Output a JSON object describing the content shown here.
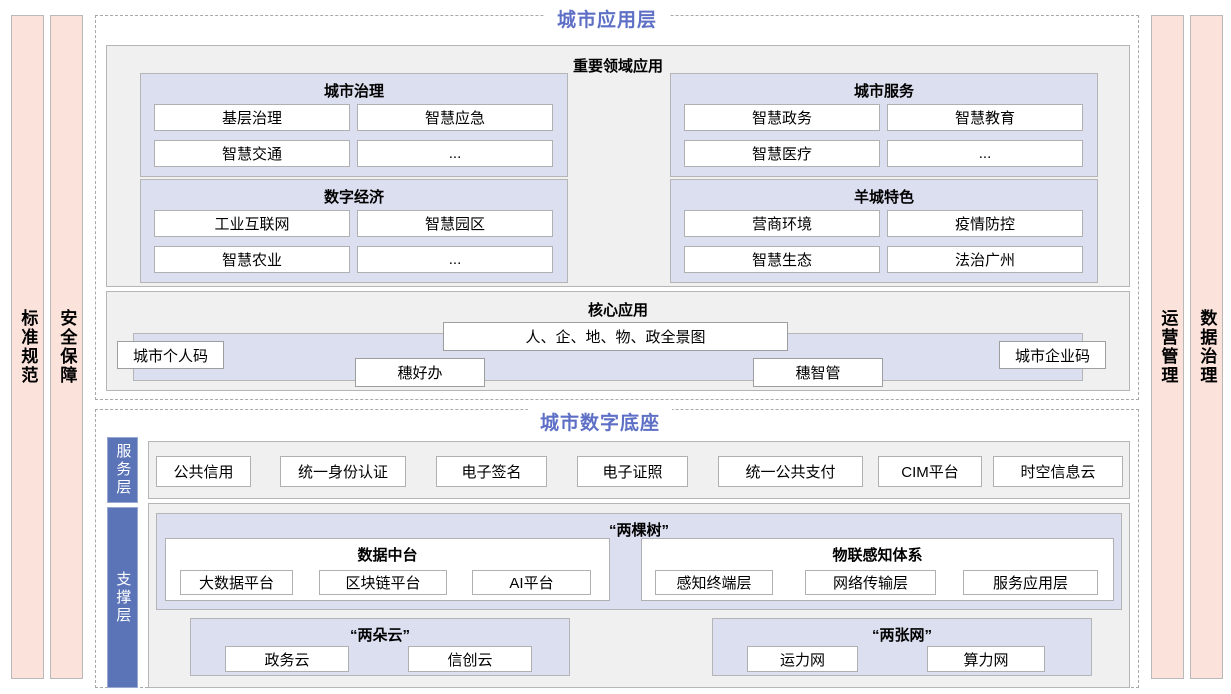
{
  "pillars": {
    "left": [
      {
        "label": "标准规范"
      },
      {
        "label": "安全保障"
      }
    ],
    "right": [
      {
        "label": "运营管理"
      },
      {
        "label": "数据治理"
      }
    ]
  },
  "layers": [
    {
      "title": "城市应用层"
    },
    {
      "title": "城市数字底座"
    }
  ],
  "application_layer": {
    "title": "城市应用层",
    "key_domains": {
      "title": "重要领域应用",
      "groups": [
        {
          "title": "城市治理",
          "items": [
            "基层治理",
            "智慧应急",
            "智慧交通",
            "..."
          ]
        },
        {
          "title": "城市服务",
          "items": [
            "智慧政务",
            "智慧教育",
            "智慧医疗",
            "..."
          ]
        },
        {
          "title": "数字经济",
          "items": [
            "工业互联网",
            "智慧园区",
            "智慧农业",
            "..."
          ]
        },
        {
          "title": "羊城特色",
          "items": [
            "营商环境",
            "疫情防控",
            "智慧生态",
            "法治广州"
          ]
        }
      ]
    },
    "core_application": {
      "title": "核心应用",
      "top_center": "人、企、地、物、政全景图",
      "left_badge": "城市个人码",
      "right_badge": "城市企业码",
      "bottom_items": [
        "穗好办",
        "穗智管"
      ]
    }
  },
  "digital_foundation": {
    "title": "城市数字底座",
    "service_layer": {
      "tab_label": "服务层",
      "items": [
        "公共信用",
        "统一身份认证",
        "电子签名",
        "电子证照",
        "统一公共支付",
        "CIM平台",
        "时空信息云"
      ]
    },
    "support_layer": {
      "tab_label": "支撑层",
      "two_trees": {
        "title": "“两棵树”",
        "boxes": [
          {
            "title": "数据中台",
            "items": [
              "大数据平台",
              "区块链平台",
              "AI平台"
            ]
          },
          {
            "title": "物联感知体系",
            "items": [
              "感知终端层",
              "网络传输层",
              "服务应用层"
            ]
          }
        ]
      },
      "two_clouds": {
        "title": "“两朵云”",
        "items": [
          "政务云",
          "信创云"
        ]
      },
      "two_networks": {
        "title": "“两张网”",
        "items": [
          "运力网",
          "算力网"
        ]
      }
    }
  },
  "colors": {
    "pillar_bg": "#fbe3dc",
    "group_bg": "#dcdff0",
    "panel_bg": "#f0f0f0",
    "layer_title": "#5e70c6",
    "tab_bg": "#5b74b8",
    "border": "#b5b5b5"
  }
}
